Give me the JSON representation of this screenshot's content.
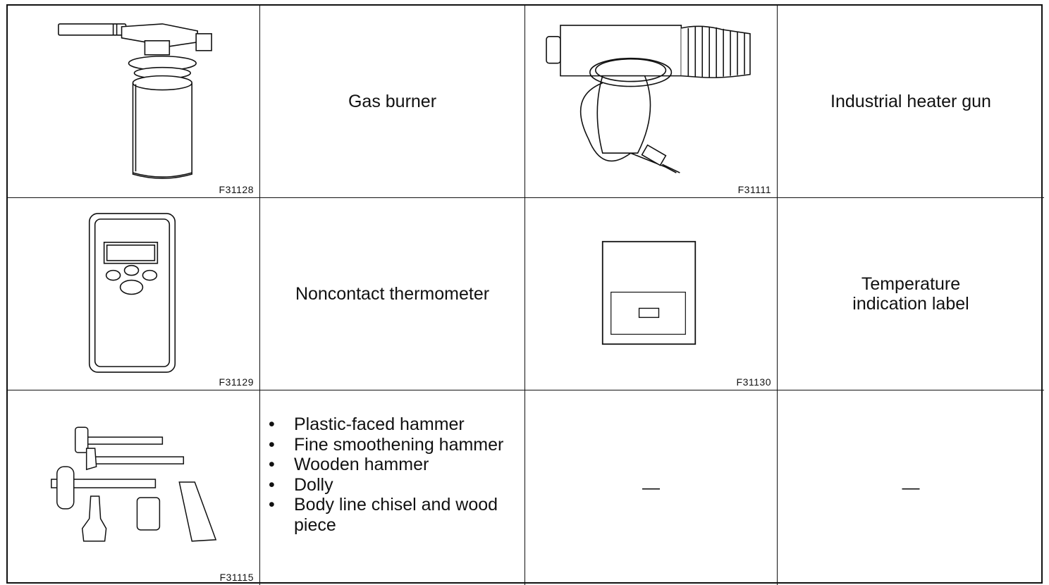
{
  "rows": [
    {
      "figure_code": "F31128",
      "description": "Gas burner",
      "figure2_code": "F31111",
      "description2": "Industrial heater gun"
    },
    {
      "figure_code": "F31129",
      "description": "Noncontact thermometer",
      "figure2_code": "F31130",
      "description2_line1": "Temperature",
      "description2_line2": "indication label"
    },
    {
      "figure_code": "F31115",
      "bullets": [
        "Plastic-faced hammer",
        "Fine smoothening hammer",
        "Wooden hammer",
        "Dolly",
        "Body line chisel and wood piece"
      ],
      "empty3": "—",
      "empty4": "—"
    }
  ],
  "icons": [
    "gas-burner-icon",
    "heater-gun-icon",
    "thermometer-icon",
    "temperature-label-icon",
    "hammer-set-icon"
  ]
}
